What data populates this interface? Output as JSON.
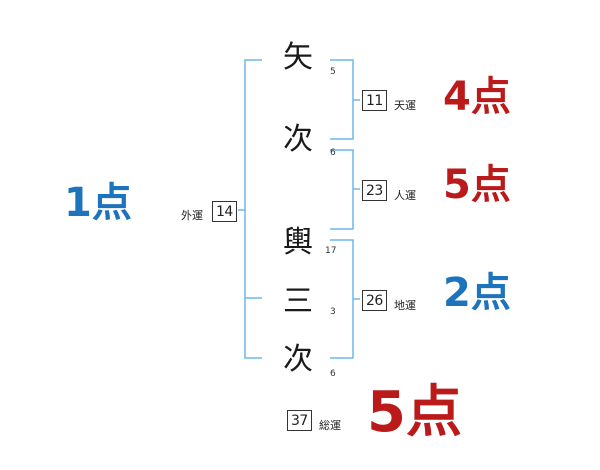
{
  "colors": {
    "bracket": "#6bb8e8",
    "red": "#bb1a1a",
    "blue": "#1d73bc"
  },
  "name": [
    {
      "char": "矢",
      "strokes": "5"
    },
    {
      "char": "次",
      "strokes": "6"
    },
    {
      "char": "輿",
      "strokes": "17"
    },
    {
      "char": "三",
      "strokes": "3"
    },
    {
      "char": "次",
      "strokes": "6"
    }
  ],
  "gaiun": {
    "value": "14",
    "label": "外運",
    "score": "1点"
  },
  "tenun": {
    "value": "11",
    "label": "天運",
    "score": "4点"
  },
  "jinun": {
    "value": "23",
    "label": "人運",
    "score": "5点"
  },
  "chiun": {
    "value": "26",
    "label": "地運",
    "score": "2点"
  },
  "souun": {
    "value": "37",
    "label": "総運",
    "score": "5点"
  }
}
